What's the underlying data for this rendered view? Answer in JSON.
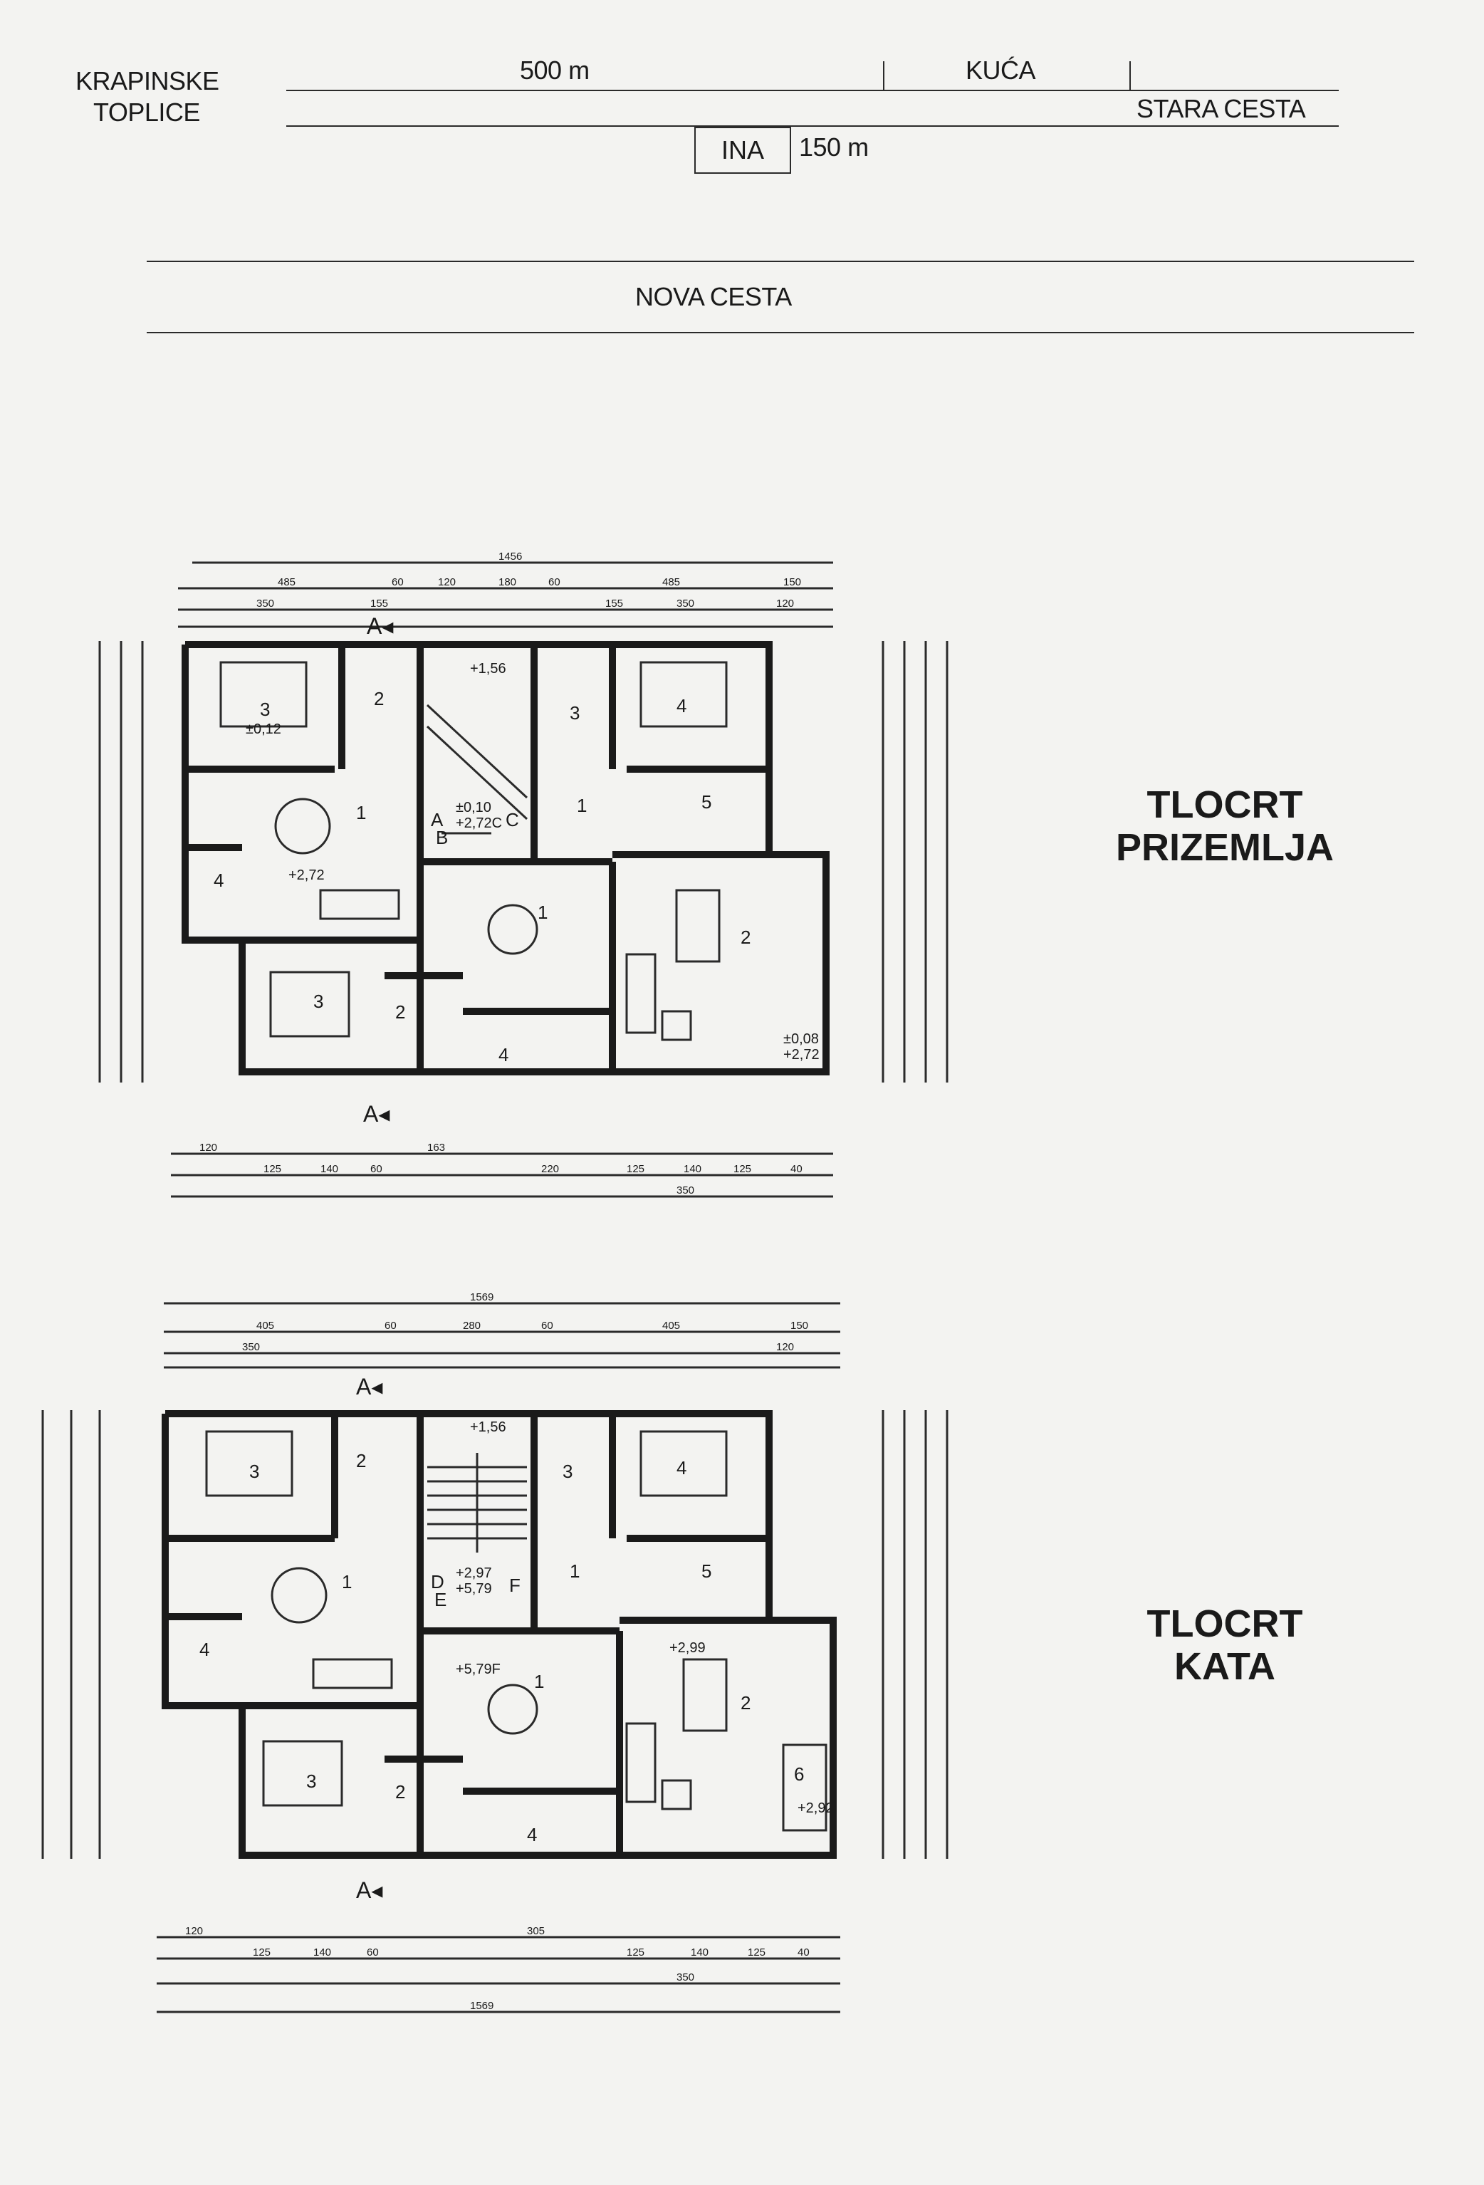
{
  "site_map": {
    "town": [
      "KRAPINSKE",
      "TOPLICE"
    ],
    "distance_top": "500 m",
    "house": "KUĆA",
    "old_road": "STARA CESTA",
    "gas_station": "INA",
    "distance_ina": "150 m",
    "new_road": "NOVA CESTA"
  },
  "plans": [
    {
      "title": [
        "TLOCRT",
        "PRIZEMLJA"
      ],
      "section": "A",
      "rooms": [
        "3",
        "2",
        "1",
        "4",
        "3",
        "4",
        "5",
        "1",
        "2",
        "1",
        "2",
        "3",
        "4",
        "A",
        "B",
        "C"
      ],
      "levels": [
        "+1,56",
        "±0,12",
        "+2,72",
        "±0,10",
        "+2,72C",
        "±0,08",
        "+2,72"
      ],
      "dims_top": [
        "1456",
        "485",
        "60",
        "120",
        "180",
        "60",
        "485",
        "150",
        "350",
        "155",
        "155",
        "350",
        "120"
      ],
      "dims_bottom": [
        "120",
        "125",
        "140",
        "60",
        "163",
        "220",
        "125",
        "140",
        "125",
        "40",
        "350"
      ]
    },
    {
      "title": [
        "TLOCRT",
        "KATA"
      ],
      "section": "A",
      "rooms": [
        "3",
        "2",
        "1",
        "4",
        "3",
        "4",
        "5",
        "1",
        "2",
        "1",
        "2",
        "3",
        "4",
        "6",
        "D",
        "E",
        "F"
      ],
      "levels": [
        "+1,56",
        "+2,97",
        "+5,79",
        "+2,99",
        "+5,79F",
        "+2,92"
      ],
      "dims_top": [
        "1569",
        "405",
        "60",
        "280",
        "60",
        "405",
        "150",
        "350",
        "120"
      ],
      "dims_bottom": [
        "120",
        "125",
        "140",
        "60",
        "305",
        "125",
        "140",
        "125",
        "40",
        "350",
        "1569"
      ]
    }
  ]
}
